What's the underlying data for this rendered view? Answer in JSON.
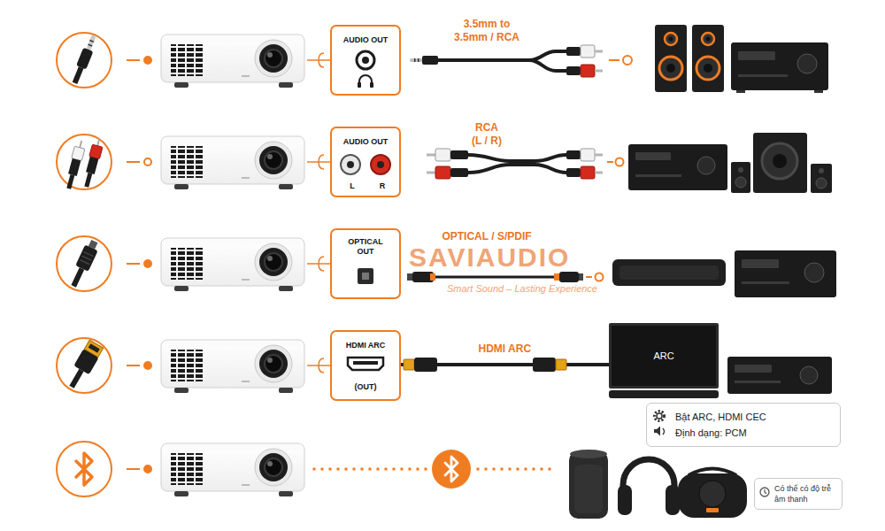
{
  "diagram": {
    "nodes": [
      {
        "text": [
          "AUDIO OUT"
        ]
      },
      {
        "text": [
          "AUDIO OUT",
          "L",
          "R"
        ]
      },
      {
        "text": [
          "OPTICAL OUT"
        ]
      },
      {
        "text": [
          "HDMI ARC",
          "(OUT)"
        ]
      },
      {
        "text": [
          "ARC"
        ]
      },
      {
        "text": [
          "Bật ARC, HDMI CEC",
          "Định dạng: PCM"
        ]
      },
      {
        "text": [
          "Có thể có độ trễ âm thanh"
        ]
      }
    ],
    "edges": [
      {
        "from": 3,
        "to": 4,
        "arrow": "none",
        "label": "HDMI ARC"
      }
    ],
    "labels": [
      "3.5mm to 3.5mm / RCA",
      "RCA (L / R)",
      "OPTICAL / S/PDIF",
      "SAVIAUDIO",
      "Smart Sound – Lasting Experience"
    ]
  }
}
